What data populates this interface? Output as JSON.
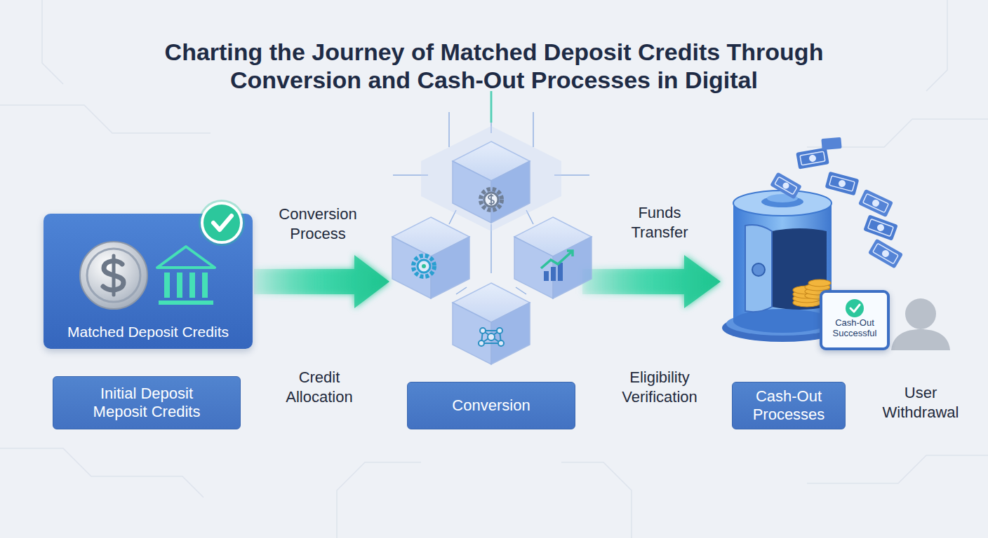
{
  "diagram": {
    "title": "Charting the Journey of Matched Deposit Credits Through Conversion and Cash-Out Processes in Digital",
    "nodes": [
      {
        "text": [
          "Matched Deposit Credits"
        ]
      },
      {
        "text": [
          "Cash-Out Successful"
        ]
      },
      {
        "text": [
          "Initial Deposit Meposit Credits"
        ]
      },
      {
        "text": [
          "Conversion"
        ]
      },
      {
        "text": [
          "Cash-Out Processes"
        ]
      }
    ],
    "labels": [
      "Conversion Process",
      "Funds Transfer",
      "Credit Allocation",
      "Eligibility Verification",
      "User Withdrawal"
    ]
  }
}
